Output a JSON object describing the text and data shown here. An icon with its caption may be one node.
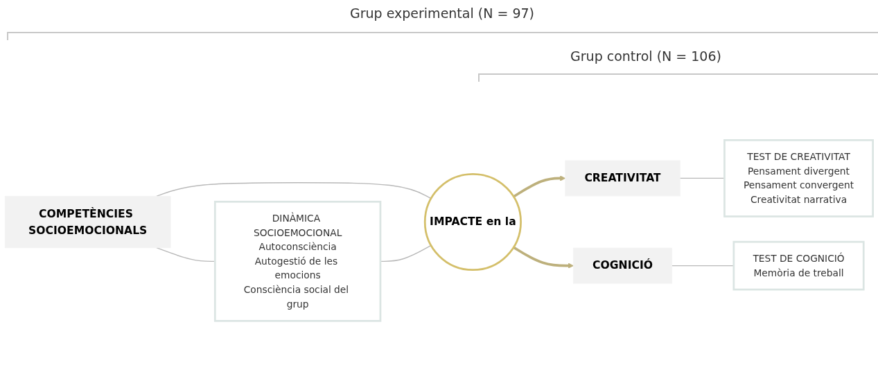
{
  "diagram": {
    "nodes": [
      {
        "text": [
          "COMPETÈNCIES SOCIOEMOCIONALS"
        ]
      },
      {
        "text": [
          "DINÀMICA SOCIOEMOCIONAL",
          "Autoconsciència",
          "Autogestió de les emocions",
          "Consciència social del grup"
        ]
      },
      {
        "text": [
          "IMPACTE en la"
        ]
      },
      {
        "text": [
          "CREATIVITAT"
        ]
      },
      {
        "text": [
          "TEST DE CREATIVITAT",
          "Pensament divergent",
          "Pensament convergent",
          "Creativitat narrativa"
        ]
      },
      {
        "text": [
          "COGNICIÓ"
        ]
      },
      {
        "text": [
          "TEST DE COGNICIÓ",
          "Memòria de treball"
        ]
      }
    ],
    "edges": [
      {
        "from": 0,
        "to": 1,
        "arrow": "none"
      },
      {
        "from": 0,
        "to": 2,
        "arrow": "none"
      },
      {
        "from": 1,
        "to": 2,
        "arrow": "none"
      },
      {
        "from": 2,
        "to": 3,
        "arrow": "to",
        "style": "thick",
        "color": "#bdb07c"
      },
      {
        "from": 2,
        "to": 5,
        "arrow": "to",
        "style": "thick",
        "color": "#bdb07c"
      },
      {
        "from": 3,
        "to": 4,
        "arrow": "none"
      },
      {
        "from": 5,
        "to": 6,
        "arrow": "none"
      }
    ],
    "labels": [
      "Grup experimental (N = 97)",
      "Grup control (N = 106)"
    ]
  }
}
